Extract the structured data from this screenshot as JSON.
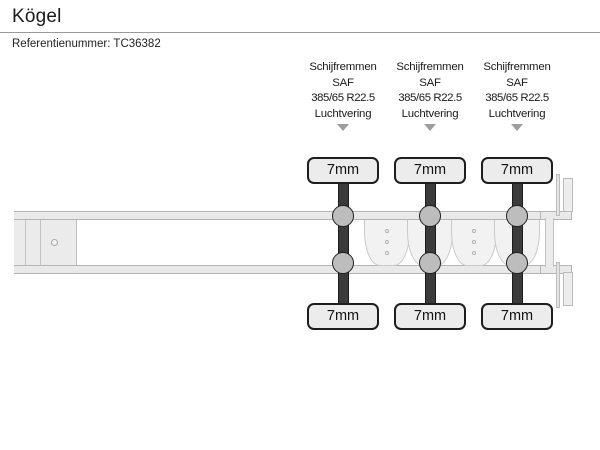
{
  "header": {
    "title": "Kögel",
    "reference_label": "Referentienummer:",
    "reference_value": "TC36382",
    "reference_full": "Referentienummer: TC36382"
  },
  "diagram": {
    "vehicle_type": "semi-trailer-side-view",
    "axle_count": 3,
    "axles": [
      {
        "index": 1,
        "brake_type": "Schijfremmen",
        "axle_brand": "SAF",
        "tyre_size": "385/65 R22.5",
        "suspension": "Luchtvering",
        "tread_top": "7mm",
        "tread_bottom": "7mm"
      },
      {
        "index": 2,
        "brake_type": "Schijfremmen",
        "axle_brand": "SAF",
        "tyre_size": "385/65 R22.5",
        "suspension": "Luchtvering",
        "tread_top": "7mm",
        "tread_bottom": "7mm"
      },
      {
        "index": 3,
        "brake_type": "Schijfremmen",
        "axle_brand": "SAF",
        "tyre_size": "385/65 R22.5",
        "suspension": "Luchtvering",
        "tread_top": "7mm",
        "tread_bottom": "7mm"
      }
    ]
  },
  "colors": {
    "background": "#ffffff",
    "text": "#1a1a1a",
    "divider": "#9a9a9a",
    "chassis_fill": "#e9e9e9",
    "chassis_stroke": "#b4b4b4",
    "axle_bar": "#3b3b3b",
    "hub_fill": "#bdbdbd",
    "badge_fill": "#ececec",
    "badge_stroke": "#1e1e1e",
    "marker_triangle": "#9d9d9d"
  }
}
